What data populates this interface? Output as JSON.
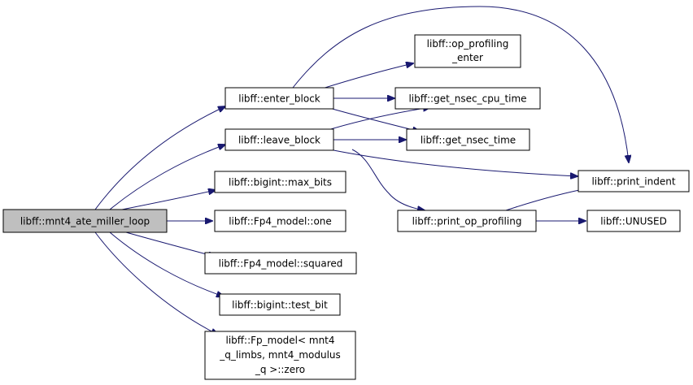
{
  "nodes": {
    "root": {
      "lines": [
        "libff::mnt4_ate_miller_loop"
      ]
    },
    "enter_block": {
      "lines": [
        "libff::enter_block"
      ]
    },
    "leave_block": {
      "lines": [
        "libff::leave_block"
      ]
    },
    "max_bits": {
      "lines": [
        "libff::bigint::max_bits"
      ]
    },
    "one": {
      "lines": [
        "libff::Fp4_model::one"
      ]
    },
    "squared": {
      "lines": [
        "libff::Fp4_model::squared"
      ]
    },
    "test_bit": {
      "lines": [
        "libff::bigint::test_bit"
      ]
    },
    "zero": {
      "lines": [
        "libff::Fp_model< mnt4",
        "_q_limbs, mnt4_modulus",
        "_q >::zero"
      ]
    },
    "op_profiling_enter": {
      "lines": [
        "libff::op_profiling",
        "_enter"
      ]
    },
    "get_nsec_cpu_time": {
      "lines": [
        "libff::get_nsec_cpu_time"
      ]
    },
    "get_nsec_time": {
      "lines": [
        "libff::get_nsec_time"
      ]
    },
    "print_indent": {
      "lines": [
        "libff::print_indent"
      ]
    },
    "print_op_profiling": {
      "lines": [
        "libff::print_op_profiling"
      ]
    },
    "unused": {
      "lines": [
        "libff::UNUSED"
      ]
    }
  },
  "edges": [
    [
      "root",
      "enter_block"
    ],
    [
      "root",
      "leave_block"
    ],
    [
      "root",
      "max_bits"
    ],
    [
      "root",
      "one"
    ],
    [
      "root",
      "squared"
    ],
    [
      "root",
      "test_bit"
    ],
    [
      "root",
      "zero"
    ],
    [
      "enter_block",
      "op_profiling_enter"
    ],
    [
      "enter_block",
      "get_nsec_cpu_time"
    ],
    [
      "enter_block",
      "get_nsec_time"
    ],
    [
      "enter_block",
      "print_indent"
    ],
    [
      "leave_block",
      "get_nsec_cpu_time"
    ],
    [
      "leave_block",
      "get_nsec_time"
    ],
    [
      "leave_block",
      "print_indent"
    ],
    [
      "leave_block",
      "print_op_profiling"
    ],
    [
      "print_op_profiling",
      "print_indent"
    ],
    [
      "print_op_profiling",
      "unused"
    ]
  ],
  "colors": {
    "edge": "#191970",
    "root_fill": "#bfbfbf",
    "node_fill": "#ffffff",
    "node_border": "#000000"
  }
}
